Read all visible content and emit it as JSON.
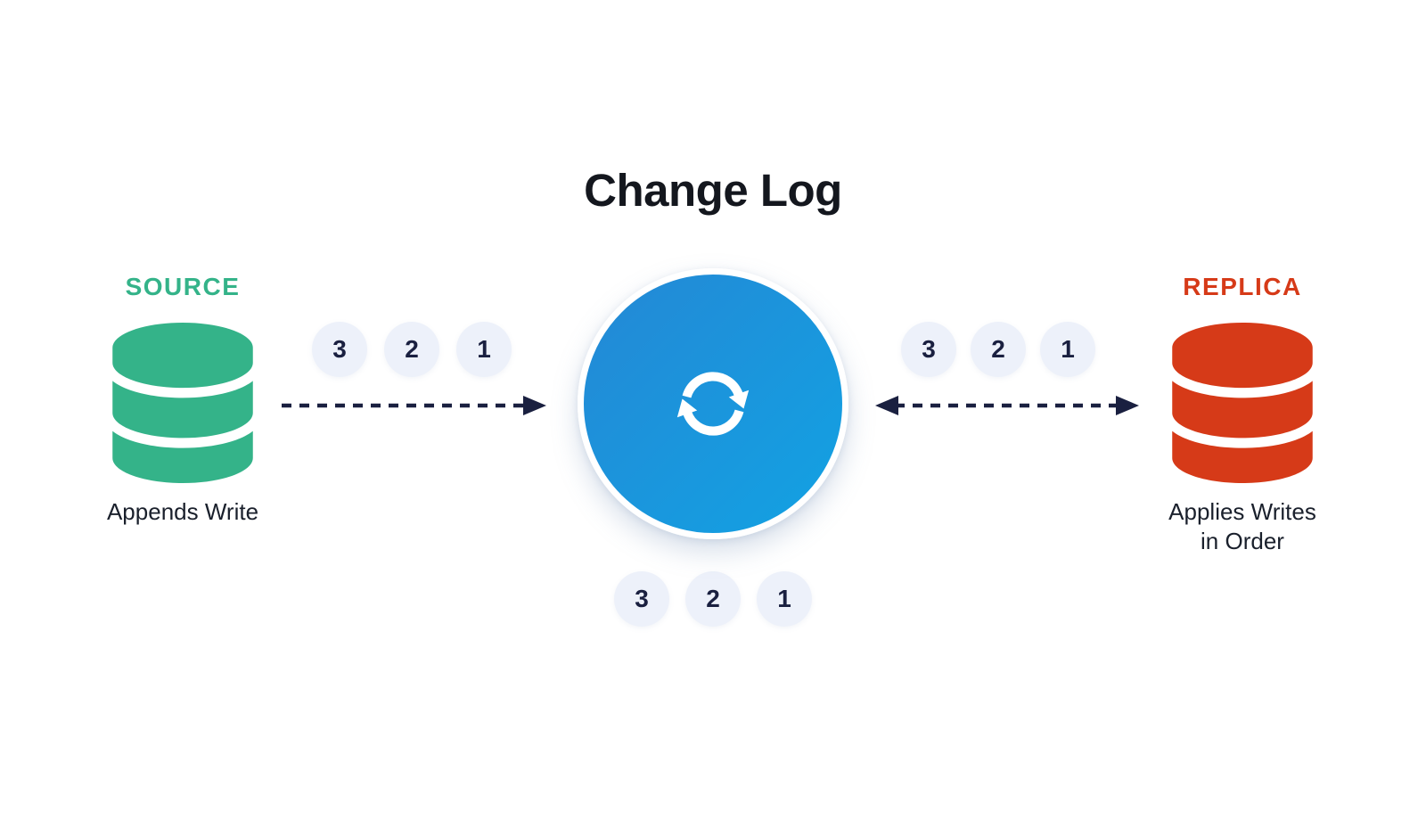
{
  "title": "Change Log",
  "source": {
    "label": "SOURCE",
    "caption": "Appends Write"
  },
  "replica": {
    "label": "REPLICA",
    "caption_line1": "Applies Writes",
    "caption_line2": "in Order"
  },
  "badges": {
    "left": [
      "3",
      "2",
      "1"
    ],
    "right": [
      "3",
      "2",
      "1"
    ],
    "bottom": [
      "3",
      "2",
      "1"
    ]
  },
  "icons": {
    "source": "database-icon",
    "replica": "database-icon",
    "hub": "sync-icon",
    "left_arrow": "dashed-arrow-right-icon",
    "right_arrow": "dashed-arrow-double-icon"
  },
  "colors": {
    "source_green": "#34b389",
    "replica_red": "#d63a18",
    "hub_blue_start": "#2488d5",
    "hub_blue_end": "#12a2e3",
    "navy": "#1a2040",
    "badge_bg": "#edf1fa",
    "ink": "#14171e"
  }
}
